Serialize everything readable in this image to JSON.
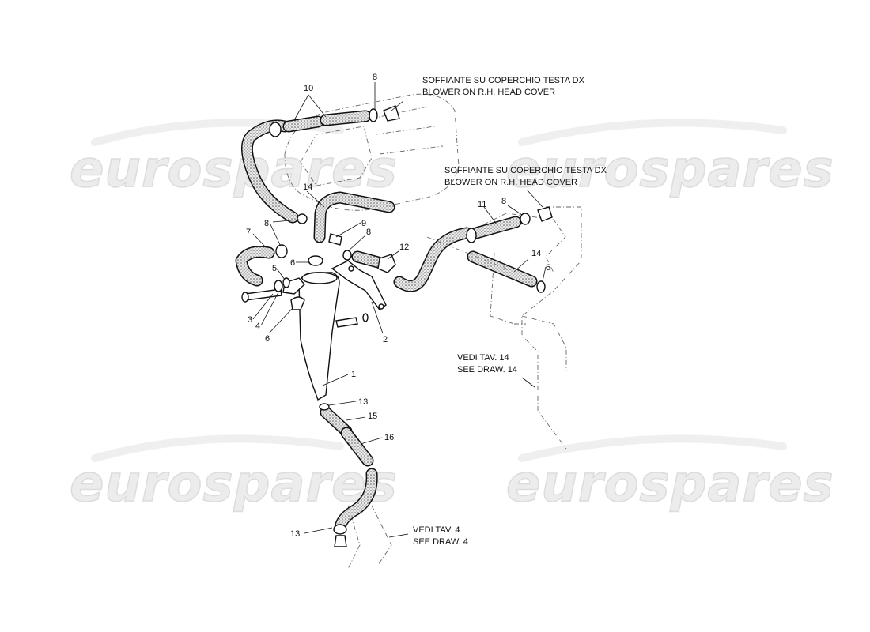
{
  "watermarks": [
    "eurospares",
    "eurospares",
    "eurospares",
    "eurospares"
  ],
  "notes": {
    "blower_top_it": "SOFFIANTE SU COPERCHIO TESTA DX",
    "blower_top_en": "BLOWER ON R.H. HEAD COVER",
    "blower_right_it": "SOFFIANTE SU COPERCHIO TESTA DX",
    "blower_right_en": "BLOWER ON R.H. HEAD COVER",
    "draw14_it": "VEDI TAV. 14",
    "draw14_en": "SEE DRAW. 14",
    "draw4_it": "VEDI TAV. 4",
    "draw4_en": "SEE DRAW. 4"
  },
  "callouts": {
    "c10": "10",
    "c8_top": "8",
    "c14_mid": "14",
    "c8_left": "8",
    "c9": "9",
    "c8_mid": "8",
    "c7": "7",
    "c6_top": "6",
    "c12": "12",
    "c5": "5",
    "c3": "3",
    "c4": "4",
    "c6_left": "6",
    "c2": "2",
    "c1": "1",
    "c13_mid": "13",
    "c15": "15",
    "c16": "16",
    "c13_bottom": "13",
    "c11": "11",
    "c8_right": "8",
    "c14_right": "14",
    "c6_right": "6"
  },
  "colors": {
    "line": "#111111",
    "ghost": "#666666",
    "watermark_fill": "#ececec",
    "hose_texture": "#555555"
  }
}
